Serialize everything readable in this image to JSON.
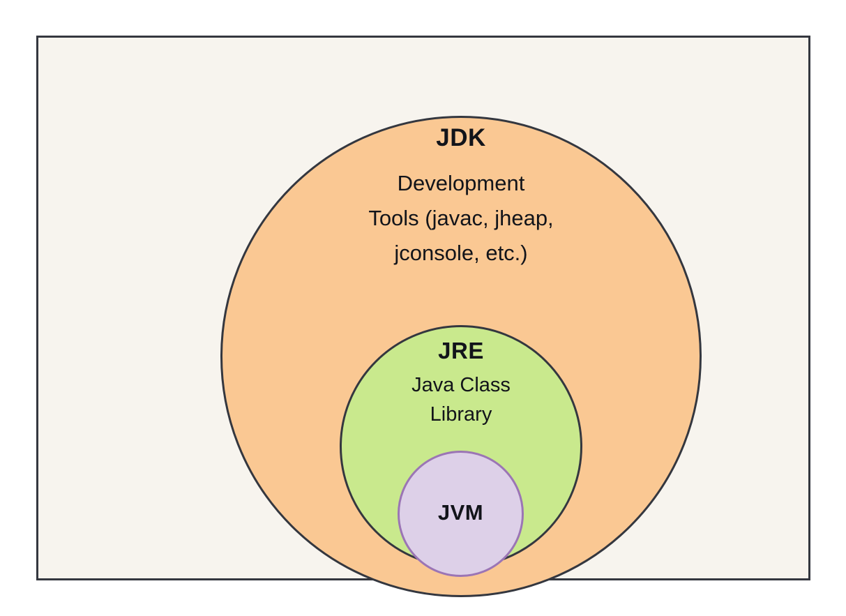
{
  "diagram": {
    "type": "venn-nested-circles",
    "frame": {
      "background_color": "#f7f4ee",
      "border_color": "#34373f"
    },
    "layers": [
      {
        "id": "jdk",
        "title": "JDK",
        "fill_color": "#fac893",
        "border_color": "#34373f",
        "body_lines": [
          "Development",
          "Tools (javac, jheap,",
          "jconsole, etc.)"
        ]
      },
      {
        "id": "jre",
        "title": "JRE",
        "fill_color": "#c9e98d",
        "border_color": "#34373f",
        "body_lines": [
          "Java Class",
          "Library"
        ]
      },
      {
        "id": "jvm",
        "title": "JVM",
        "fill_color": "#ddd0e8",
        "border_color": "#9b75b5",
        "body_lines": []
      }
    ]
  }
}
